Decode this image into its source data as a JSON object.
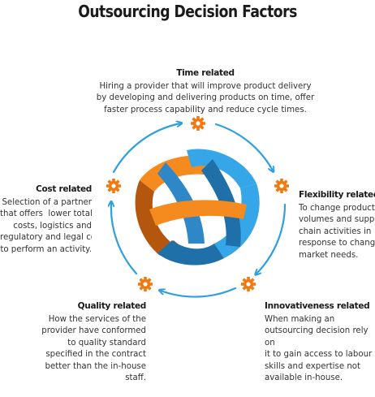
{
  "title": "Outsourcing Decision Factors",
  "colors": {
    "arrow": "#2f9fe0",
    "gear": "#f07a12",
    "orange": "#f58a1f",
    "brown": "#b5560f",
    "blue_light": "#35a6e8",
    "blue_dark": "#1f6fa8"
  },
  "factors": {
    "time": {
      "heading": "Time related",
      "desc": "Hiring a provider that will improve product delivery\nby developing and delivering products on time, offer\nfaster process capability and reduce cycle times."
    },
    "flexibility": {
      "heading": "Flexibility related",
      "desc": "To change production\nvolumes and supply\nchain activities in\nresponse to changing\nmarket needs."
    },
    "innovativeness": {
      "heading": "Innovativeness related",
      "desc": "When making an\noutsourcing decision rely on\nit to gain access to labour\nskills and expertise not\navailable in-house."
    },
    "quality": {
      "heading": "Quality related",
      "desc": "How the services of the\nprovider have conformed\nto quality standard\nspecified in the contract\nbetter than the in-house\nstaff."
    },
    "cost": {
      "heading": "Cost related",
      "desc": "Selection of a partner\nthat offers  lower total\ncosts, logistics and\nregulatory and legal costs\nto perform an activity."
    }
  },
  "icons": [
    "gear-icon"
  ]
}
